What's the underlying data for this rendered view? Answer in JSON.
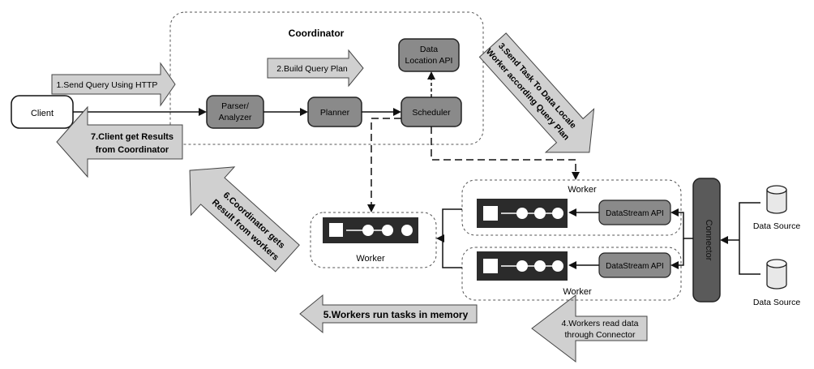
{
  "coordinator": {
    "title": "Coordinator",
    "client": "Client",
    "parser": [
      "Parser/",
      "Analyzer"
    ],
    "planner": "Planner",
    "scheduler": "Scheduler",
    "data_location": [
      "Data",
      "Location API"
    ]
  },
  "steps": {
    "s1": "1.Send Query Using HTTP",
    "s2": "2.Build Query Plan",
    "s3": [
      "3.Send Task To Data Locale",
      "Worker according Query Plan"
    ],
    "s4": [
      "4.Workers read data",
      "through Connector"
    ],
    "s5": "5.Workers run tasks in memory",
    "s6": [
      "6.Coordinator gets",
      "Result from workers"
    ],
    "s7": [
      "7.Client get Results",
      "from Coordinator"
    ]
  },
  "workers": {
    "top_label": "Worker",
    "bottom_label": "Worker",
    "left_label": "Worker",
    "datastream_api": "DataStream API"
  },
  "connector": "Connector",
  "data_sources": [
    "Data Source",
    "Data Source"
  ],
  "colors": {
    "box_fill": "#8a8a8a",
    "arrow_fill": "#d0d0d0",
    "dark": "#2b2b2b",
    "connector_fill": "#5a5a5a"
  }
}
